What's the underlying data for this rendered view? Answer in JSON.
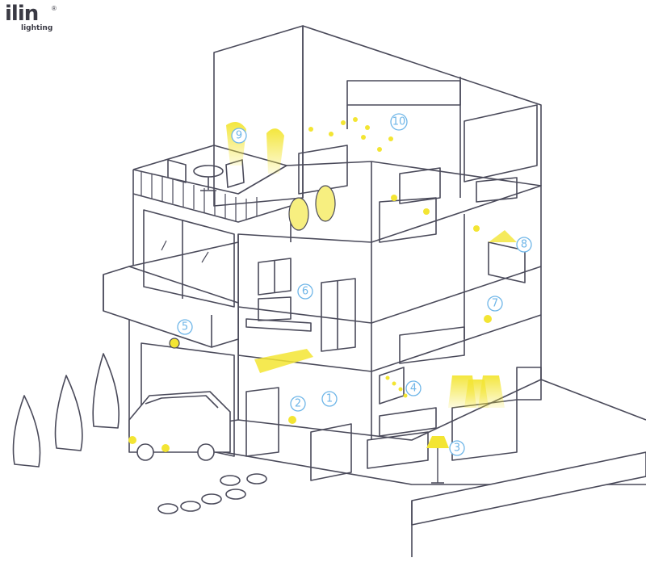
{
  "logo": {
    "text": "ilin",
    "sub": "lighting",
    "mark": "®"
  },
  "colors": {
    "line": "#4a4a5a",
    "light": "#f3e533",
    "glow": "#f7ef80",
    "number": "#6fb6e8"
  },
  "markers": [
    {
      "label": "1"
    },
    {
      "label": "2"
    },
    {
      "label": "3"
    },
    {
      "label": "4"
    },
    {
      "label": "5"
    },
    {
      "label": "6"
    },
    {
      "label": "7"
    },
    {
      "label": "8"
    },
    {
      "label": "9"
    },
    {
      "label": "10"
    }
  ]
}
